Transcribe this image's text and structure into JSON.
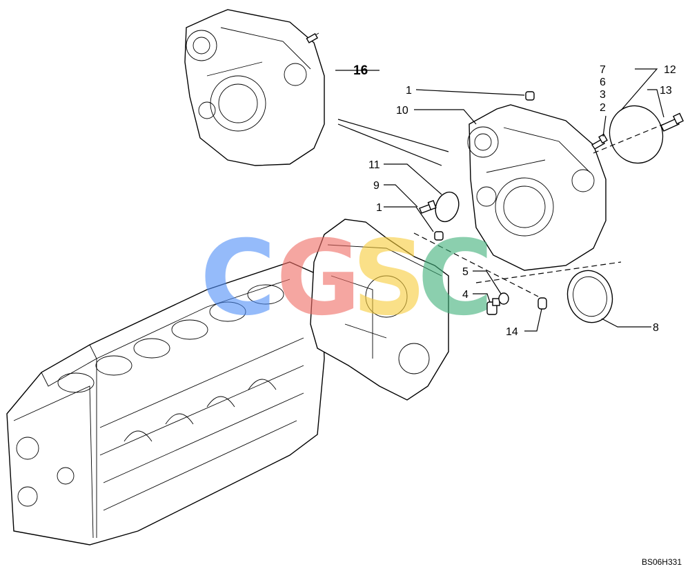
{
  "callouts": {
    "c1a": "1",
    "c1b": "1",
    "c2": "2",
    "c3": "3",
    "c4": "4",
    "c5": "5",
    "c6": "6",
    "c7": "7",
    "c8": "8",
    "c9": "9",
    "c10": "10",
    "c11": "11",
    "c12": "12",
    "c13": "13",
    "c14": "14",
    "c16": "16"
  },
  "reference_code": "BS06H331",
  "watermark": {
    "letters": [
      "C",
      "G",
      "S",
      "C"
    ],
    "colors": [
      "#4f8ef7",
      "#f06c64",
      "#f8cd3a",
      "#3fb07a"
    ]
  }
}
